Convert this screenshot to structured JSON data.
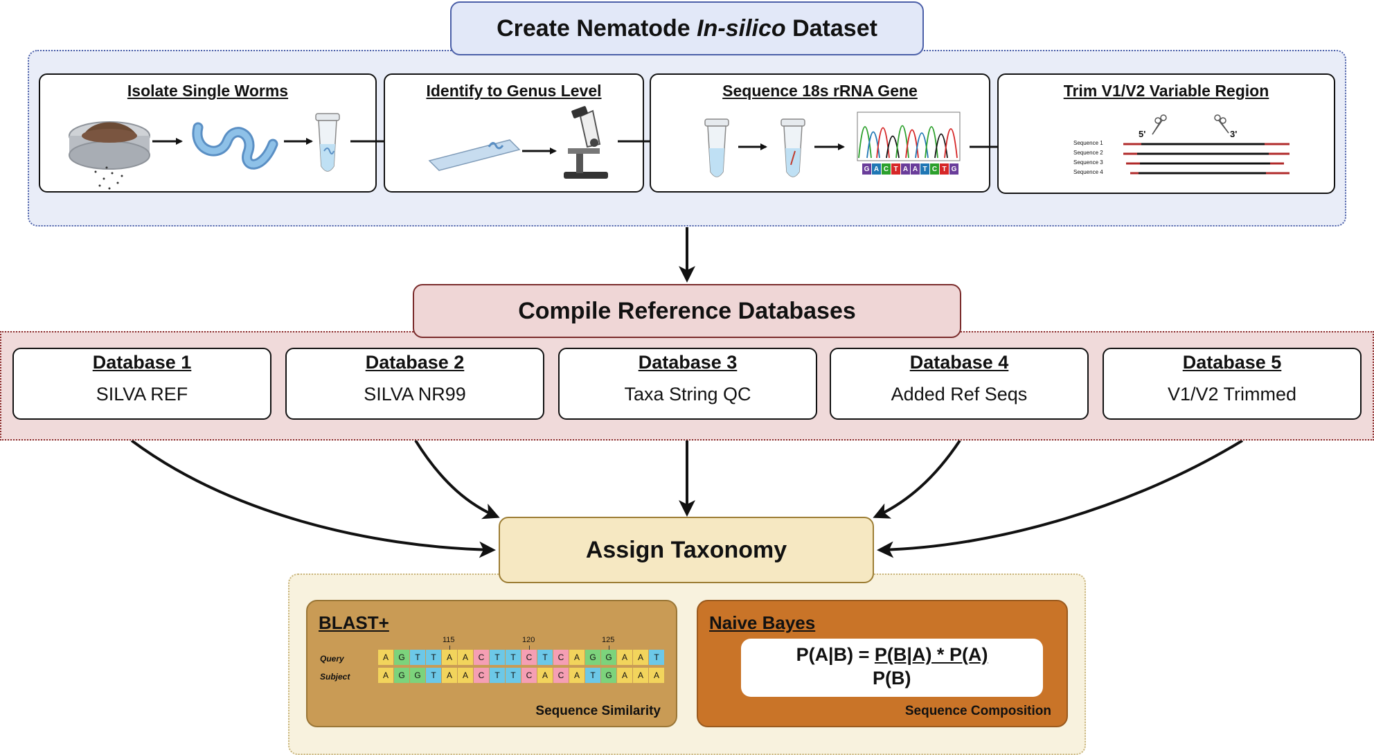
{
  "section1": {
    "title_pre": "Create Nematode ",
    "title_em": "In-silico",
    "title_post": " Dataset",
    "steps": [
      {
        "label": "Isolate Single Worms"
      },
      {
        "label": "Identify to Genus Level"
      },
      {
        "label": "Sequence 18s rRNA Gene"
      },
      {
        "label": "Trim V1/V2 Variable Region"
      }
    ],
    "chromatogram_bases": [
      "G",
      "A",
      "C",
      "T",
      "A",
      "A",
      "T",
      "C",
      "T",
      "G"
    ],
    "trim": {
      "five_prime": "5'",
      "three_prime": "3'",
      "sequences": [
        "Sequence 1",
        "Sequence 2",
        "Sequence 3",
        "Sequence 4"
      ]
    }
  },
  "section2": {
    "title": "Compile Reference Databases",
    "databases": [
      {
        "name": "Database 1",
        "desc": "SILVA REF"
      },
      {
        "name": "Database 2",
        "desc": "SILVA NR99"
      },
      {
        "name": "Database 3",
        "desc": "Taxa String QC"
      },
      {
        "name": "Database 4",
        "desc": "Added Ref Seqs"
      },
      {
        "name": "Database 5",
        "desc": "V1/V2 Trimmed"
      }
    ]
  },
  "section3": {
    "title": "Assign Taxonomy",
    "blast": {
      "title": "BLAST+",
      "footer": "Sequence Similarity",
      "query_label": "Query",
      "subject_label": "Subject",
      "positions": [
        "115",
        "120",
        "125"
      ],
      "query": [
        "A",
        "G",
        "T",
        "T",
        "A",
        "A",
        "C",
        "T",
        "T",
        "C",
        "T",
        "C",
        "A",
        "G",
        "G",
        "A",
        "A",
        "T"
      ],
      "subject": [
        "A",
        "G",
        "G",
        "T",
        "A",
        "A",
        "C",
        "T",
        "T",
        "C",
        "A",
        "C",
        "A",
        "T",
        "G",
        "A",
        "A",
        "A"
      ],
      "colors": {
        "A": "#f2d45c",
        "G": "#7cd37c",
        "T": "#6cc8e8",
        "C": "#f59fb4"
      }
    },
    "naive_bayes": {
      "title": "Naive Bayes",
      "footer": "Sequence Composition",
      "formula_lhs": "P(A|B) = ",
      "formula_num": "P(B|A) * P(A)",
      "formula_den": "P(B)"
    }
  }
}
